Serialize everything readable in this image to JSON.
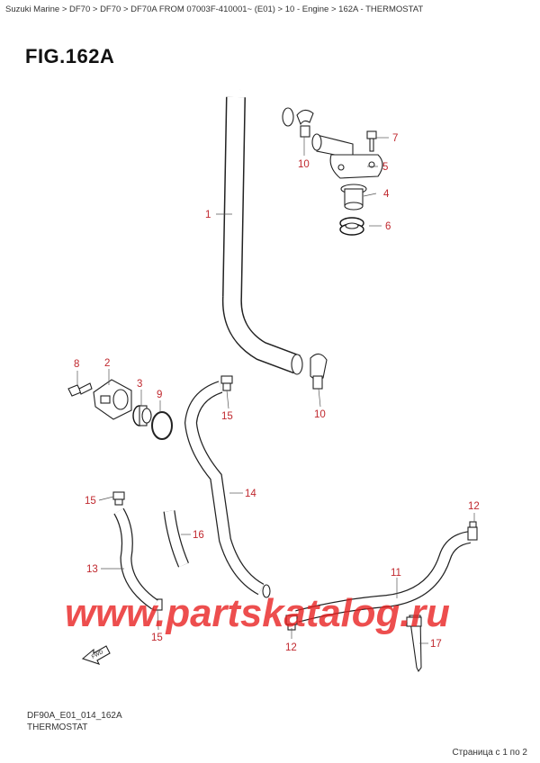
{
  "breadcrumb": "Suzuki Marine > DF70 > DF70 > DF70A FROM 07003F-410001~ (E01) > 10 - Engine > 162A - THERMOSTAT",
  "figure_title": "FIG.162A",
  "callouts": {
    "c1": "1",
    "c2": "2",
    "c3": "3",
    "c4": "4",
    "c5": "5",
    "c6": "6",
    "c7": "7",
    "c8": "8",
    "c9": "9",
    "c10a": "10",
    "c10b": "10",
    "c11": "11",
    "c12a": "12",
    "c12b": "12",
    "c13": "13",
    "c14": "14",
    "c15a": "15",
    "c15b": "15",
    "c15c": "15",
    "c16": "16",
    "c17": "17"
  },
  "fwd_label": "FWD",
  "watermark": "www.partskatalog.ru",
  "footer": {
    "code": "DF90A_E01_014_162A",
    "name": "THERMOSTAT"
  },
  "pager": "Страница с 1 по 2",
  "colors": {
    "callout": "#c0282e",
    "watermark": "#e81c1c"
  }
}
